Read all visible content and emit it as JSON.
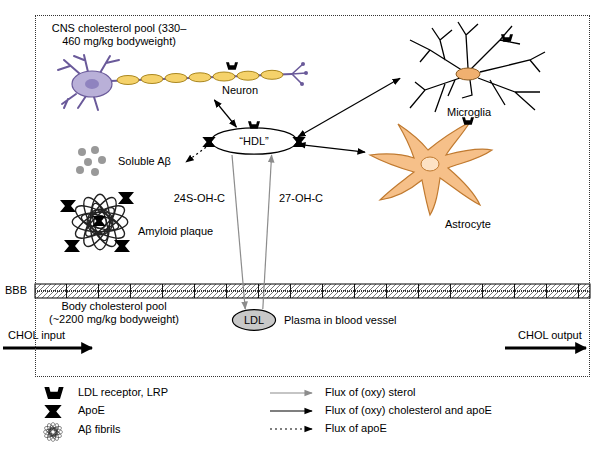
{
  "diagram": {
    "nodes": [
      {
        "text": [
          "CNS cholesterol pool (330–460 mg/kg bodyweight)"
        ]
      },
      {
        "text": [
          "Neuron"
        ],
        "in": 0
      },
      {
        "text": [
          "Microglia"
        ],
        "in": 0
      },
      {
        "text": [
          "“HDL”"
        ],
        "in": 0
      },
      {
        "text": [
          "Astrocyte"
        ],
        "in": 0
      },
      {
        "text": [
          "Soluble Aβ"
        ],
        "in": 0
      },
      {
        "text": [
          "Amyloid plaque"
        ],
        "in": 0
      },
      {
        "text": [
          "BBB"
        ]
      },
      {
        "text": [
          "Body cholesterol pool (~2200 mg/kg bodyweight)"
        ]
      },
      {
        "text": [
          "LDL"
        ],
        "in": 8
      }
    ],
    "edges": [
      {
        "from": 1,
        "to": 3,
        "arrow": "both"
      },
      {
        "from": 2,
        "to": 3,
        "arrow": "both"
      },
      {
        "from": 4,
        "to": 3,
        "arrow": "both"
      },
      {
        "from": 3,
        "to": 5,
        "arrow": "to"
      },
      {
        "from": 3,
        "to": 9,
        "label": "24S-OH-C",
        "arrow": "to"
      },
      {
        "from": 9,
        "to": 3,
        "label": "27-OH-C",
        "arrow": "to"
      }
    ],
    "labels": [
      "Plasma in blood vessel",
      "CHOL input",
      "CHOL output"
    ],
    "legend": [
      {
        "text": "LDL receptor, LRP"
      },
      {
        "text": "ApoE"
      },
      {
        "text": "Aβ fibrils"
      },
      {
        "text": "Flux of (oxy) sterol"
      },
      {
        "text": "Flux of (oxy) cholesterol and apoE"
      },
      {
        "text": "Flux of apoE"
      }
    ]
  }
}
